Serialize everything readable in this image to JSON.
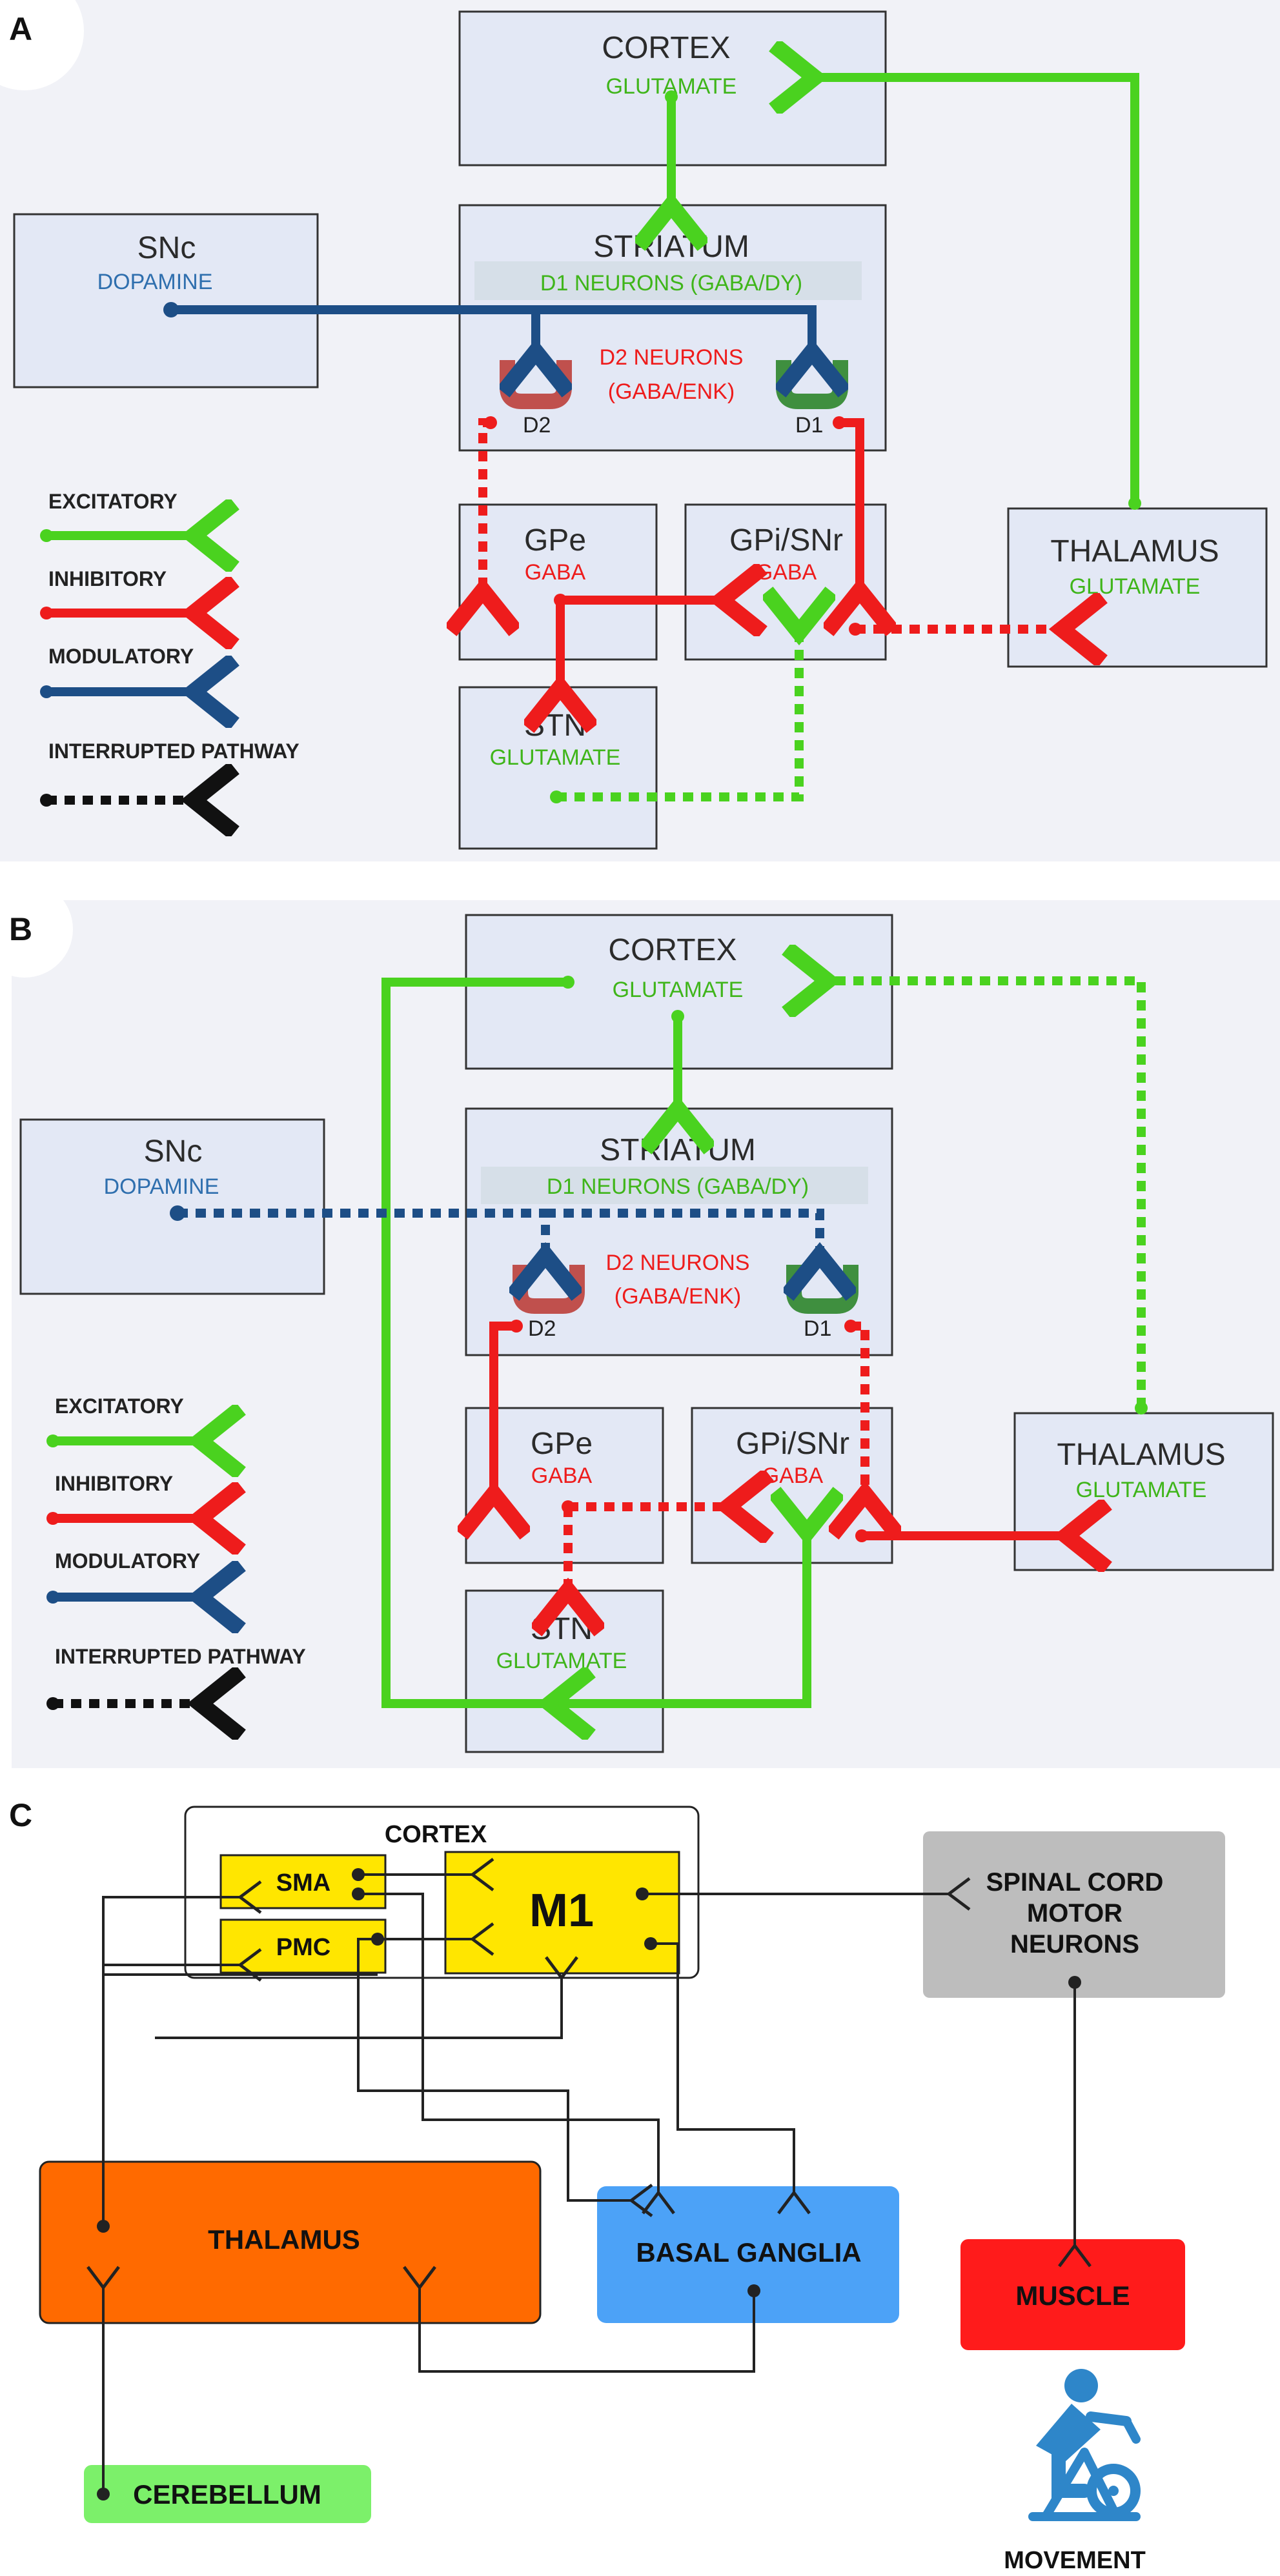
{
  "panels": {
    "a": "A",
    "b": "B",
    "c": "C"
  },
  "nodes": {
    "cortex": {
      "title": "CORTEX",
      "sub": "GLUTAMATE"
    },
    "striatum": {
      "title": "STRIATUM",
      "d1": "D1 NEURONS (GABA/DY)",
      "d2_line1": "D2 NEURONS",
      "d2_line2": "(GABA/ENK)",
      "d2_tag": "D2",
      "d1_tag": "D1"
    },
    "snc": {
      "title": "SNc",
      "sub": "DOPAMINE"
    },
    "gpe": {
      "title": "GPe",
      "sub": "GABA"
    },
    "gpi": {
      "title": "GPi/SNr",
      "sub": "GABA"
    },
    "thalamus": {
      "title": "THALAMUS",
      "sub": "GLUTAMATE"
    },
    "stn": {
      "title": "STN",
      "sub": "GLUTAMATE"
    }
  },
  "legend": {
    "excitatory": "EXCITATORY",
    "inhibitory": "INHIBITORY",
    "modulatory": "MODULATORY",
    "interrupted": "INTERRUPTED PATHWAY"
  },
  "panel_c": {
    "cortex": "CORTEX",
    "sma": "SMA",
    "pmc": "PMC",
    "m1": "M1",
    "spinal_line1": "SPINAL CORD",
    "spinal_line2": "MOTOR",
    "spinal_line3": "NEURONS",
    "thalamus": "THALAMUS",
    "basal_ganglia": "BASAL GANGLIA",
    "muscle": "MUSCLE",
    "cerebellum": "CEREBELLUM",
    "movement": "MOVEMENT"
  },
  "colors": {
    "excitatory": "#4ad21f",
    "inhibitory": "#ee1c1c",
    "modulatory": "#1d4e86",
    "interrupted": "#111111",
    "box": "#e3e8f5",
    "yellow": "#ffe600",
    "orange": "#ff6a00",
    "blue_box": "#4ca2f7",
    "red_box": "#ff1b1b",
    "grey_box": "#bdbdbd",
    "green_box": "#7cf06a",
    "cyclist": "#2e86c9"
  },
  "icons": {
    "movement": "cyclist-icon"
  }
}
